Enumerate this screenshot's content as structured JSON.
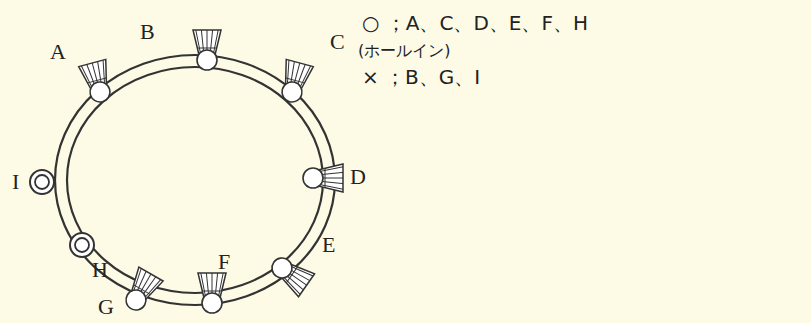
{
  "diagram": {
    "labels": [
      "A",
      "B",
      "C",
      "D",
      "E",
      "F",
      "G",
      "H",
      "I",
      "○ ；A、C、D、E、F、H",
      "(ホールイン)",
      "× ；B、G、I"
    ]
  }
}
